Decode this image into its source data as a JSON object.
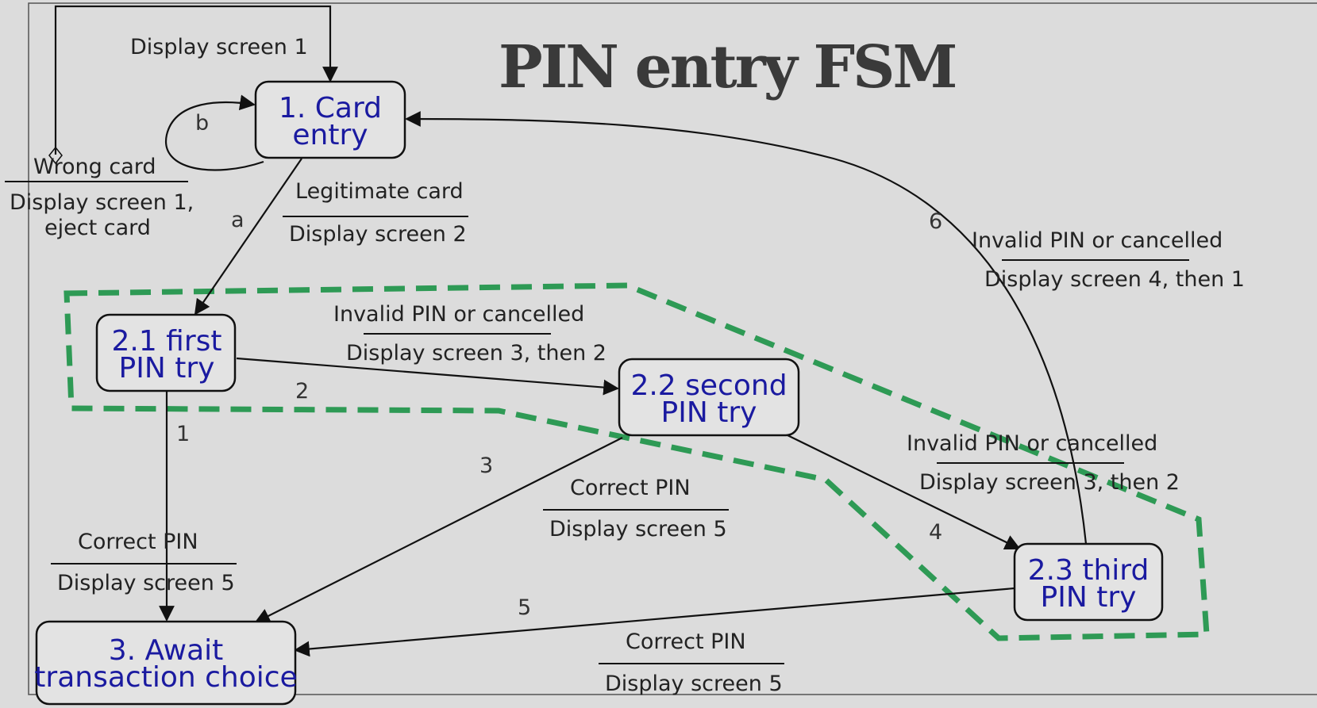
{
  "title": "PIN entry FSM",
  "states": {
    "card_entry": [
      "1. Card",
      "entry"
    ],
    "first_pin": [
      "2.1 first",
      "PIN try"
    ],
    "second_pin": [
      "2.2 second",
      "PIN try"
    ],
    "third_pin": [
      "2.3 third",
      "PIN try"
    ],
    "await": [
      "3. Await",
      "transaction choice"
    ]
  },
  "edge_labels": {
    "a": "a",
    "b": "b",
    "one": "1",
    "two": "2",
    "three": "3",
    "four": "4",
    "five": "5",
    "six": "6"
  },
  "transitions": {
    "initial": "Display screen 1",
    "wrong_card": {
      "event": "Wrong card",
      "action": [
        "Display screen 1,",
        "eject card"
      ]
    },
    "legitimate": {
      "event": "Legitimate card",
      "action": "Display screen 2"
    },
    "first_to_second": {
      "event": "Invalid PIN or cancelled",
      "action": "Display screen 3, then 2"
    },
    "third_to_card": {
      "event": "Invalid PIN or cancelled",
      "action": "Display screen 4, then 1"
    },
    "second_to_third": {
      "event": "Invalid PIN or cancelled",
      "action": "Display screen 3, then 2"
    },
    "first_correct": {
      "event": "Correct PIN",
      "action": "Display screen 5"
    },
    "second_correct": {
      "event": "Correct PIN",
      "action": "Display screen 5"
    },
    "third_correct": {
      "event": "Correct PIN",
      "action": "Display screen 5"
    }
  },
  "colors": {
    "state_text": "#1a1aa0",
    "region_dashed": "#2e9a55",
    "background": "#dcdcdc"
  }
}
